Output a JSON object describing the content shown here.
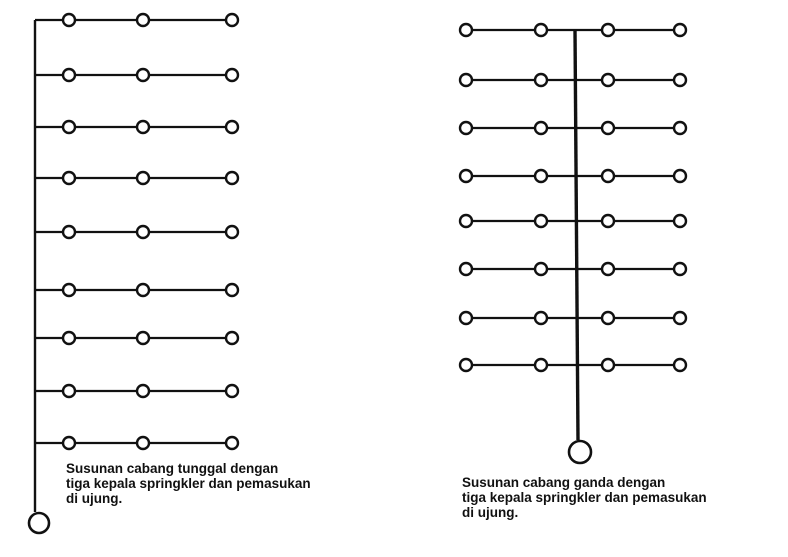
{
  "colors": {
    "ink": "#111111",
    "background": "#ffffff"
  },
  "diagrams": {
    "single_branch": {
      "branch_count": 9,
      "heads_per_branch": 3,
      "caption": [
        "Susunan cabang tunggal dengan",
        "tiga kepala springkler dan pemasukan",
        "di ujung."
      ]
    },
    "double_branch": {
      "branch_count": 8,
      "heads_per_side": 2,
      "caption": [
        "Susunan cabang ganda dengan",
        "tiga kepala springkler dan pemasukan",
        "di ujung."
      ]
    }
  }
}
